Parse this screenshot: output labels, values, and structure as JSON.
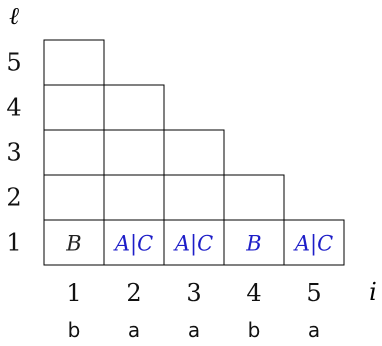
{
  "axes": {
    "y_label": "ℓ",
    "x_label": "i"
  },
  "row_labels": [
    "1",
    "2",
    "3",
    "4",
    "5"
  ],
  "column_labels": [
    "1",
    "2",
    "3",
    "4",
    "5"
  ],
  "letters": [
    "b",
    "a",
    "a",
    "b",
    "a"
  ],
  "row_one_cells": [
    {
      "text": "B",
      "color": "#222222"
    },
    {
      "text": "A|C",
      "color": "#1e1ec8"
    },
    {
      "text": "A|C",
      "color": "#1e1ec8"
    },
    {
      "text": "B",
      "color": "#1e1ec8"
    },
    {
      "text": "A|C",
      "color": "#1e1ec8"
    }
  ],
  "colors": {
    "grid": "#000000",
    "text": "#111111",
    "highlight": "#1e1ec8"
  }
}
